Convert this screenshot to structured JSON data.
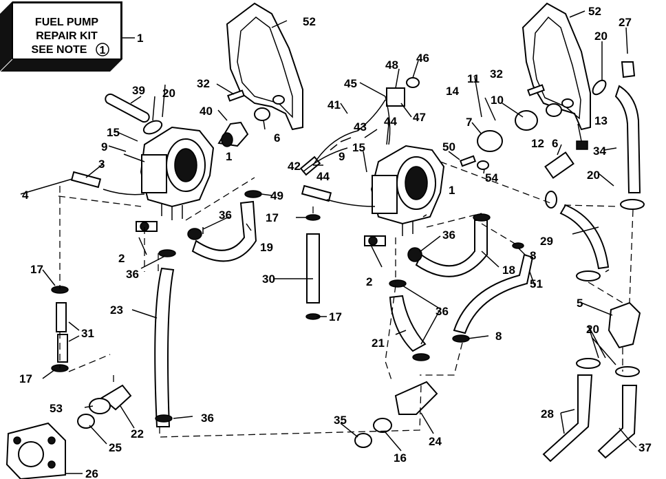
{
  "kit_box": {
    "line1": "FUEL PUMP",
    "line2": "REPAIR KIT",
    "line3": "SEE NOTE",
    "note_number": "1",
    "callout": "1"
  },
  "callouts": {
    "c52a": "52",
    "c52b": "52",
    "c27": "27",
    "c20a": "20",
    "c20b": "20",
    "c20c": "20",
    "c20d": "20",
    "c39": "39",
    "c32a": "32",
    "c32b": "32",
    "c40": "40",
    "c6a": "6",
    "c6b": "6",
    "c48": "48",
    "c46": "46",
    "c45": "45",
    "c47": "47",
    "c41": "41",
    "c43": "43",
    "c44a": "44",
    "c44b": "44",
    "c11": "11",
    "c14": "14",
    "c10": "10",
    "c7": "7",
    "c13": "13",
    "c12": "12",
    "c34": "34",
    "c15a": "15",
    "c15b": "15",
    "c9a": "9",
    "c9b": "9",
    "c3": "3",
    "c1a": "1",
    "c1b": "1",
    "c4": "4",
    "c42": "42",
    "c50": "50",
    "c54": "54",
    "c49": "49",
    "c36a": "36",
    "c36b": "36",
    "c36c": "36",
    "c36d": "36",
    "c36e": "36",
    "c17a": "17",
    "c17b": "17",
    "c17c": "17",
    "c17d": "17",
    "c2a": "2",
    "c2b": "2",
    "c19": "19",
    "c30": "30",
    "c18": "18",
    "c8a": "8",
    "c8b": "8",
    "c29": "29",
    "c51": "51",
    "c23": "23",
    "c31": "31",
    "c21": "21",
    "c5": "5",
    "c53": "53",
    "c22": "22",
    "c25": "25",
    "c26": "26",
    "c35": "35",
    "c16": "16",
    "c24": "24",
    "c28": "28",
    "c37": "37"
  }
}
